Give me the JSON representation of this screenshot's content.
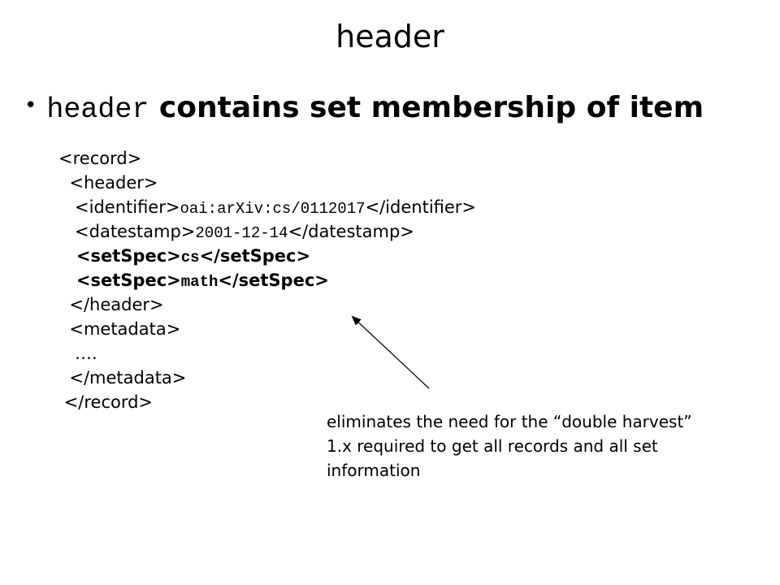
{
  "slide": {
    "title": "header",
    "bullet": {
      "code_word": "header",
      "text": " contains set membership of item"
    },
    "code_lines": [
      {
        "parts": [
          {
            "t": "<record>",
            "s": ""
          }
        ]
      },
      {
        "parts": [
          {
            "t": "  <header>",
            "s": ""
          }
        ]
      },
      {
        "parts": [
          {
            "t": "   <identifier>",
            "s": ""
          },
          {
            "t": "oai:arXiv:cs/0112017",
            "s": "val"
          },
          {
            "t": "</identifier>",
            "s": ""
          }
        ]
      },
      {
        "parts": [
          {
            "t": "   <datestamp>",
            "s": ""
          },
          {
            "t": "2001-12-14",
            "s": "val"
          },
          {
            "t": "</datestamp>",
            "s": ""
          }
        ]
      },
      {
        "parts": [
          {
            "t": "   <setSpec>",
            "s": "bold"
          },
          {
            "t": "cs",
            "s": "bval"
          },
          {
            "t": "</setSpec>",
            "s": "bold"
          }
        ]
      },
      {
        "parts": [
          {
            "t": "   <setSpec>",
            "s": "bold"
          },
          {
            "t": "math",
            "s": "bval"
          },
          {
            "t": "</setSpec>",
            "s": "bold"
          }
        ]
      },
      {
        "parts": [
          {
            "t": "  </header>",
            "s": ""
          }
        ]
      },
      {
        "parts": [
          {
            "t": "  <metadata>",
            "s": ""
          }
        ]
      },
      {
        "parts": [
          {
            "t": "   ….",
            "s": ""
          }
        ]
      },
      {
        "parts": [
          {
            "t": "  </metadata>",
            "s": ""
          }
        ]
      },
      {
        "parts": [
          {
            "t": " </record>",
            "s": ""
          }
        ]
      }
    ],
    "note": "eliminates the need for the “double harvest” 1.x required to get all records and all set information"
  }
}
